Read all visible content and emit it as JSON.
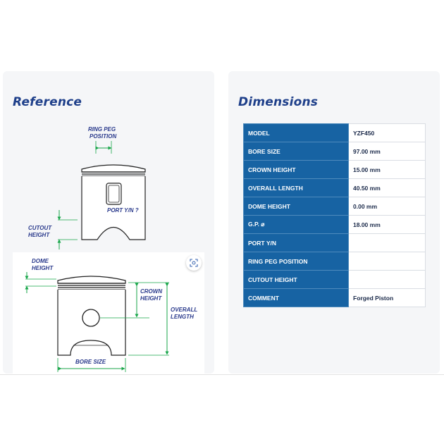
{
  "reference": {
    "title": "Reference",
    "diagram_top": {
      "ring_peg_label_1": "RING PEG",
      "ring_peg_label_2": "POSITION",
      "port_label": "PORT Y/N ?",
      "cutout_label_1": "CUTOUT",
      "cutout_label_2": "HEIGHT"
    },
    "diagram_bottom": {
      "dome_label_1": "DOME",
      "dome_label_2": "HEIGHT",
      "crown_label_1": "CROWN",
      "crown_label_2": "HEIGHT",
      "overall_label_1": "OVERALL",
      "overall_label_2": "LENGTH",
      "bore_label": "BORE SIZE"
    },
    "zoom_icon": "zoom-icon"
  },
  "dimensions": {
    "title": "Dimensions",
    "rows": [
      {
        "key": "MODEL",
        "value": "YZF450"
      },
      {
        "key": "BORE SIZE",
        "value": "97.00 mm"
      },
      {
        "key": "CROWN HEIGHT",
        "value": "15.00 mm"
      },
      {
        "key": "OVERALL LENGTH",
        "value": "40.50 mm"
      },
      {
        "key": "DOME HEIGHT",
        "value": "0.00 mm"
      },
      {
        "key": "G.P. ⌀",
        "value": "18.00 mm"
      },
      {
        "key": "PORT Y/N",
        "value": ""
      },
      {
        "key": "RING PEG POSITION",
        "value": ""
      },
      {
        "key": "CUTOUT HEIGHT",
        "value": ""
      },
      {
        "key": "COMMENT",
        "value": "Forged Piston"
      }
    ]
  },
  "colors": {
    "title_blue": "#1e3f8a",
    "table_header_blue": "#1763a3",
    "diagram_green": "#19a64a"
  }
}
